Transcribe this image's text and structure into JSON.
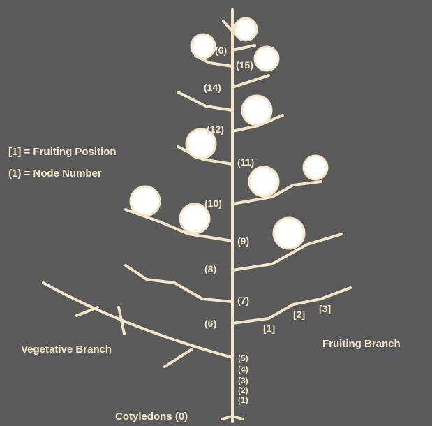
{
  "legend": {
    "fruiting_position": "[1]  = Fruiting Position",
    "node_number": "(1)  = Node Number"
  },
  "labels": {
    "vegetative_branch": "Vegetative Branch",
    "fruiting_branch": "Fruiting Branch",
    "cotyledons": "Cotyledons (0)"
  },
  "node_labels": [
    "(1)",
    "(2)",
    "(3)",
    "(4)",
    "(5)",
    "(6)",
    "(7)",
    "(8)",
    "(9)",
    "(10)",
    "(11)",
    "(12)",
    "(14)",
    "(15)",
    "(6)"
  ],
  "fruiting_positions": [
    "[1]",
    "[2]",
    "[3]"
  ],
  "colors": {
    "background": "#5a5a5a",
    "stem": "#f3e6c8",
    "boll": "#ffffff"
  }
}
